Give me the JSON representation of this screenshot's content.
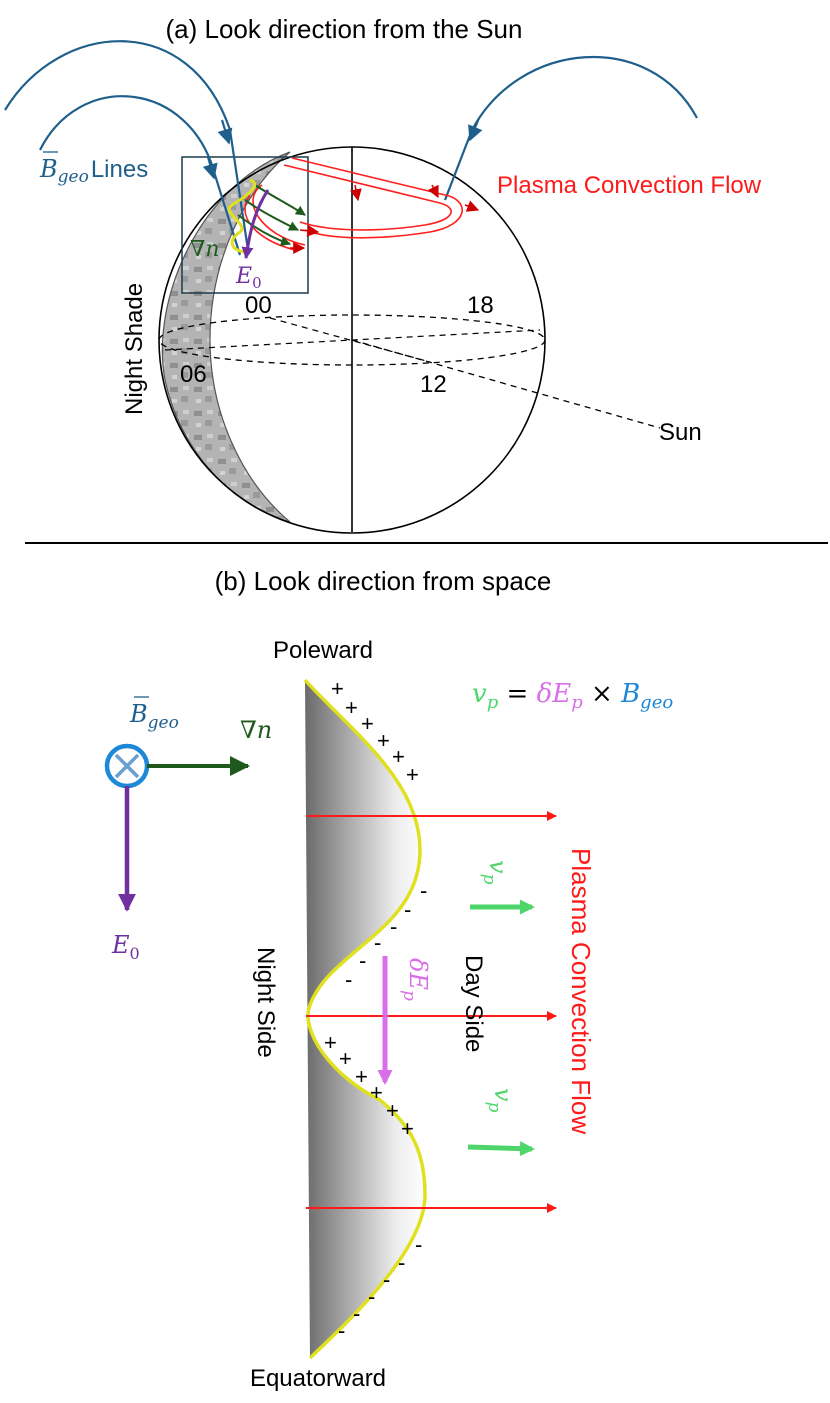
{
  "panel_a": {
    "title": "(a) Look direction from the Sun",
    "b_geo_lines_label": "Lines",
    "plasma_flow_label": "Plasma Convection Flow",
    "night_shade_label": "Night Shade",
    "time_labels": {
      "t00": "00",
      "t06": "06",
      "t12": "12",
      "t18": "18"
    },
    "sun_label": "Sun",
    "grad_n_symbol": "∇n",
    "e0_symbol": "E",
    "e0_sub": "0",
    "b_symbol": "B",
    "b_sub": "geo"
  },
  "panel_b": {
    "title": "(b) Look direction from space",
    "poleward_label": "Poleward",
    "equatorward_label": "Equatorward",
    "night_side_label": "Night Side",
    "day_side_label": "Day Side",
    "plasma_flow_label": "Plasma Convection Flow",
    "b_symbol": "B",
    "b_sub": "geo",
    "grad_n_symbol": "∇n",
    "e0_symbol": "E",
    "e0_sub": "0",
    "vp_symbol": "v",
    "vp_sub": "p",
    "delta_e_symbol": "δE",
    "delta_e_sub": "p",
    "equation": {
      "v": "v",
      "v_sub": "p",
      "eq": " = ",
      "de": "δE",
      "de_sub": "p",
      "times": " × ",
      "b": "B",
      "b_sub": "geo"
    },
    "plus": "+",
    "minus": "-"
  },
  "colors": {
    "b_field": "#1f5f8b",
    "plasma": "#ff0000",
    "grad_n": "#1e5a1e",
    "e0": "#7030a0",
    "vp": "#4ed66a",
    "delta_e": "#d96fe8",
    "boundary": "#e0e020",
    "b_circle": "#1e88d8"
  }
}
